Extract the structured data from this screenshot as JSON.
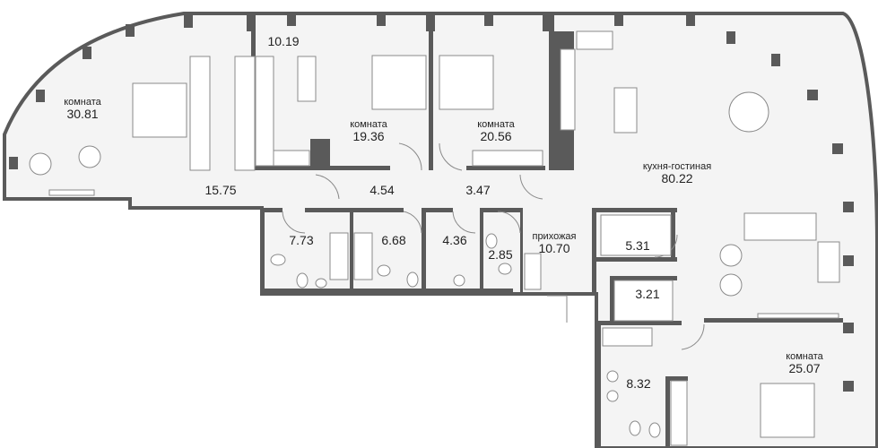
{
  "colors": {
    "wall": "#5a5a5a",
    "floor": "#f4f4f4",
    "line": "#8a8a8a",
    "furniture": "#ffffff",
    "text": "#222222"
  },
  "rooms": [
    {
      "id": "room-a",
      "name": "комната",
      "area": "30.81"
    },
    {
      "id": "wardrobe-a",
      "name": "",
      "area": "10.19"
    },
    {
      "id": "room-b",
      "name": "комната",
      "area": "19.36"
    },
    {
      "id": "room-c",
      "name": "комната",
      "area": "20.56"
    },
    {
      "id": "kitchen-living",
      "name": "кухня-гостиная",
      "area": "80.22"
    },
    {
      "id": "corridor-a",
      "name": "",
      "area": "15.75"
    },
    {
      "id": "corridor-b",
      "name": "",
      "area": "4.54"
    },
    {
      "id": "corridor-c",
      "name": "",
      "area": "3.47"
    },
    {
      "id": "bath-a",
      "name": "",
      "area": "7.73"
    },
    {
      "id": "bath-b",
      "name": "",
      "area": "6.68"
    },
    {
      "id": "storage-a",
      "name": "",
      "area": "4.36"
    },
    {
      "id": "wc-a",
      "name": "",
      "area": "2.85"
    },
    {
      "id": "hall",
      "name": "прихожая",
      "area": "10.70"
    },
    {
      "id": "wardrobe-b",
      "name": "",
      "area": "5.31"
    },
    {
      "id": "wardrobe-c",
      "name": "",
      "area": "3.21"
    },
    {
      "id": "bath-c",
      "name": "",
      "area": "8.32"
    },
    {
      "id": "room-d",
      "name": "комната",
      "area": "25.07"
    }
  ],
  "icons": [
    "bed-icon",
    "armchair-icon",
    "wardrobe-icon",
    "bathtub-icon",
    "toilet-icon",
    "sink-icon",
    "sofa-icon",
    "dining-table-icon",
    "kitchen-unit-icon",
    "door-icon"
  ]
}
